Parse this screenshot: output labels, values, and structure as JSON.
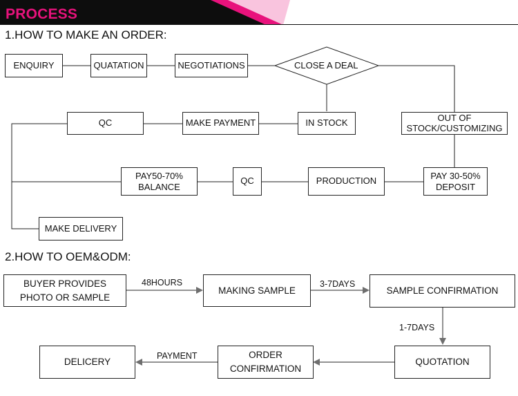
{
  "header": {
    "title": "PROCESS"
  },
  "section1": {
    "title": "1.HOW TO MAKE AN ORDER:",
    "nodes": {
      "enquiry": "ENQUIRY",
      "quotation": "QUATATION",
      "negotiations": "NEGOTIATIONS",
      "close_deal": "CLOSE A DEAL",
      "qc_top": "QC",
      "make_payment": "MAKE PAYMENT",
      "in_stock": "IN STOCK",
      "out_of_stock": "OUT OF\nSTOCK/CUSTOMIZING",
      "pay_balance": "PAY50-70%\nBALANCE",
      "qc_mid": "QC",
      "production": "PRODUCTION",
      "pay_deposit": "PAY 30-50%\nDEPOSIT",
      "make_delivery": "MAKE DELIVERY"
    }
  },
  "section2": {
    "title": "2.HOW TO OEM&ODM:",
    "nodes": {
      "buyer_provides": "BUYER PROVIDES\nPHOTO OR SAMPLE",
      "making_sample": "MAKING SAMPLE",
      "sample_confirmation": "SAMPLE CONFIRMATION",
      "quotation": "QUOTATION",
      "order_confirmation": "ORDER\nCONFIRMATION",
      "delivery": "DELICERY"
    },
    "edge_labels": {
      "hours": "48HOURS",
      "days_3_7": "3-7DAYS",
      "days_1_7": "1-7DAYS",
      "payment": "PAYMENT"
    }
  },
  "colors": {
    "accent": "#e8127c",
    "banner_dark": "#0d0d0d",
    "line": "#222222",
    "arrow": "#6e6e6e"
  }
}
